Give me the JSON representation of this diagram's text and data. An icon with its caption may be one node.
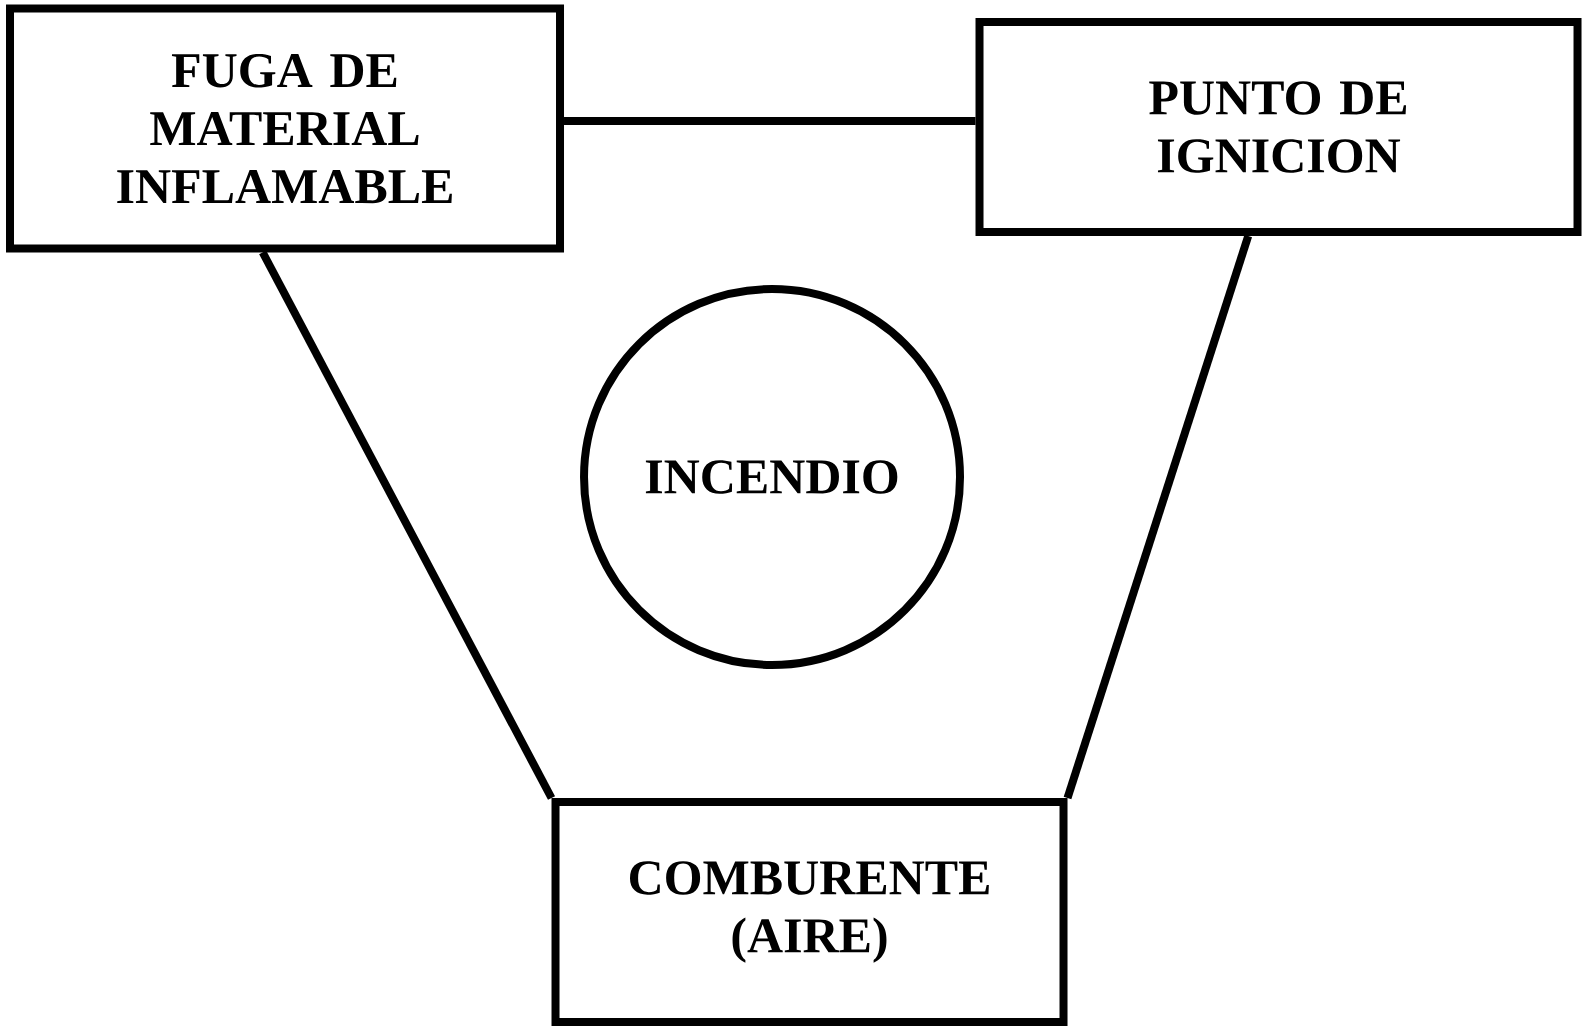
{
  "diagram": {
    "nodes": [
      {
        "text": [
          "FUGA DE MATERIAL INFLAMABLE"
        ]
      },
      {
        "text": [
          "PUNTO DE IGNICION"
        ]
      },
      {
        "text": [
          "COMBURENTE (AIRE)"
        ]
      },
      {
        "text": [
          "INCENDIO"
        ]
      }
    ],
    "edges": [
      {
        "from": 0,
        "to": 1,
        "arrow": "none"
      },
      {
        "from": 0,
        "to": 2,
        "arrow": "none"
      },
      {
        "from": 1,
        "to": 2,
        "arrow": "none"
      }
    ]
  }
}
